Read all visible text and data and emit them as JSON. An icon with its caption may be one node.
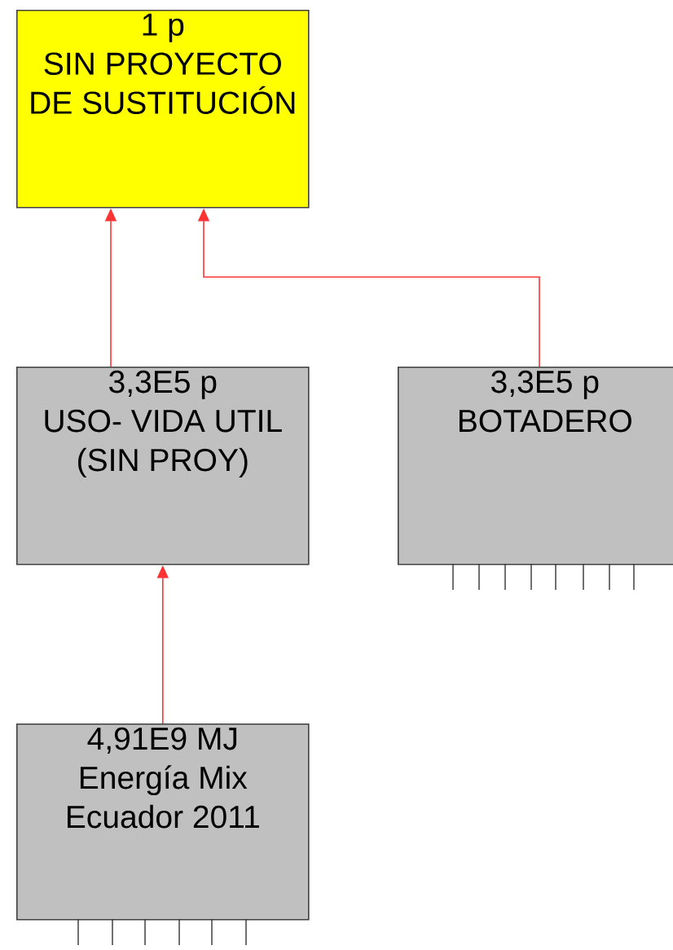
{
  "diagram": {
    "nodes": [
      {
        "text": [
          "1 p",
          "SIN PROYECTO DE SUSTITUCIÓN"
        ]
      },
      {
        "text": [
          "3,3E5 p",
          "USO- VIDA UTIL (SIN PROY)"
        ]
      },
      {
        "text": [
          "3,3E5 p",
          "BOTADERO"
        ]
      },
      {
        "text": [
          "4,91E9 MJ",
          "Energía Mix Ecuador 2011"
        ]
      }
    ],
    "edges": [
      {
        "from": 1,
        "to": 0,
        "arrow": "to"
      },
      {
        "from": 2,
        "to": 0,
        "arrow": "to"
      },
      {
        "from": 3,
        "to": 1,
        "arrow": "to"
      }
    ]
  }
}
